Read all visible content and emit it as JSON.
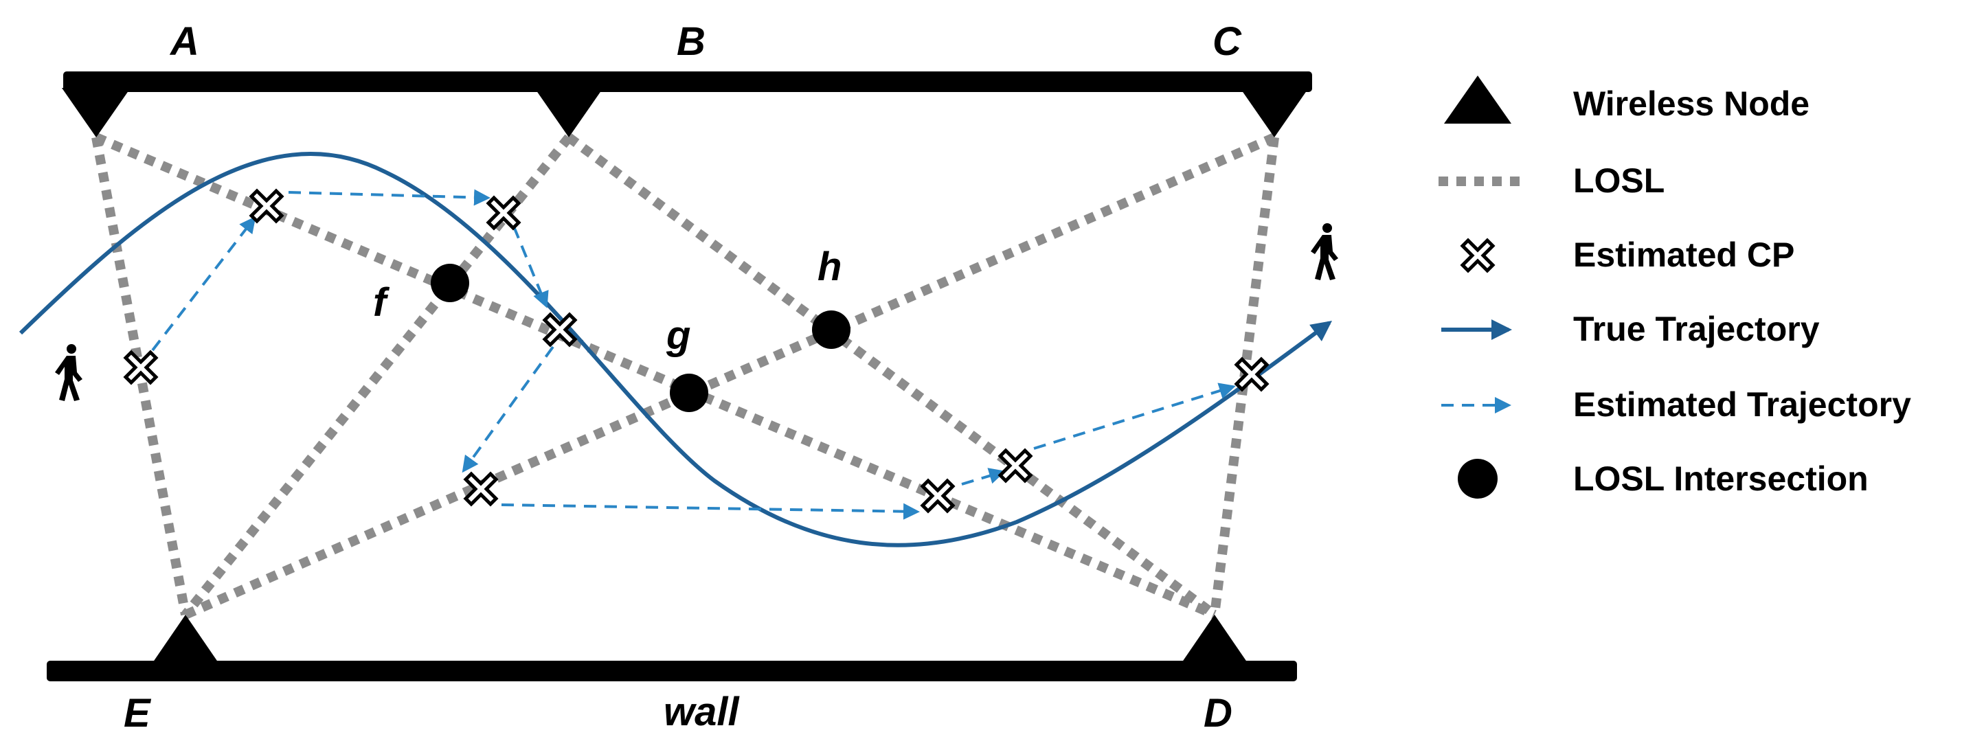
{
  "nodes": {
    "A": "A",
    "B": "B",
    "C": "C",
    "D": "D",
    "E": "E"
  },
  "intersections": {
    "f": "f",
    "g": "g",
    "h": "h"
  },
  "wall_label": "wall",
  "legend": {
    "wireless_node": "Wireless Node",
    "losl": "LOSL",
    "estimated_cp": "Estimated CP",
    "true_trajectory": "True Trajectory",
    "estimated_trajectory": "Estimated Trajectory",
    "losl_intersection": "LOSL Intersection"
  },
  "colors": {
    "losl": "#8c8c8c",
    "true_trajectory": "#1f5f95",
    "estimated_trajectory": "#2a86c6",
    "node": "#000000"
  },
  "icons": [
    "wireless-node-icon",
    "estimated-cp-icon",
    "losl-intersection-icon",
    "walking-person-icon"
  ]
}
